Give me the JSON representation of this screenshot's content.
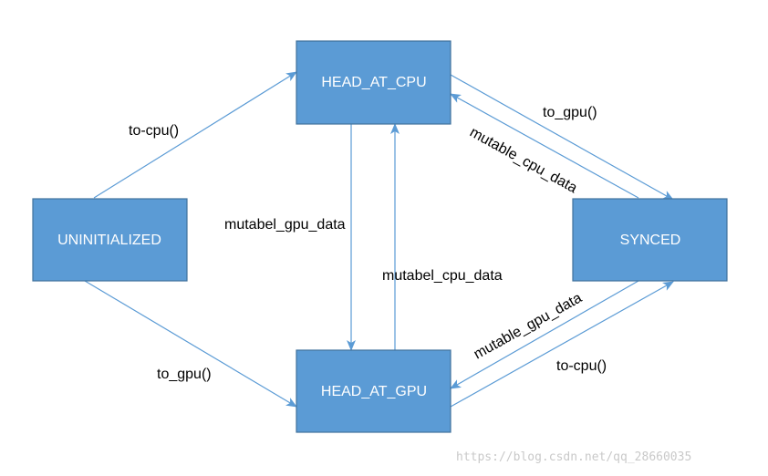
{
  "states": {
    "uninitialized": "UNINITIALIZED",
    "head_at_cpu": "HEAD_AT_CPU",
    "head_at_gpu": "HEAD_AT_GPU",
    "synced": "SYNCED"
  },
  "transitions": {
    "uninit_to_cpu": "to-cpu()",
    "uninit_to_gpu": "to_gpu()",
    "cpu_to_gpu": "mutabel_gpu_data",
    "gpu_to_cpu": "mutabel_cpu_data",
    "cpu_to_synced": "to_gpu()",
    "synced_to_cpu": "mutable_cpu_data",
    "synced_to_gpu": "mutable_gpu_data",
    "gpu_to_synced": "to-cpu()"
  },
  "watermark": "https://blog.csdn.net/qq_28660035",
  "colors": {
    "node_fill": "#5b9bd5",
    "node_stroke": "#41719c",
    "edge": "#5b9bd5",
    "node_text": "#ffffff"
  }
}
